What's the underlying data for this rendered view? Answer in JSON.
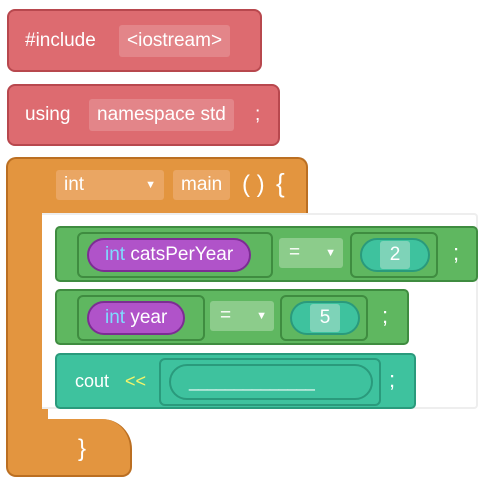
{
  "include_block": {
    "keyword": "#include",
    "header": "<iostream>"
  },
  "using_block": {
    "keyword": "using",
    "namespace_label": "namespace std",
    "semicolon": ";"
  },
  "main_block": {
    "return_type": "int",
    "name": "main",
    "parens": "( )",
    "open_brace": "{",
    "close_brace": "}"
  },
  "statements": [
    {
      "type_keyword": "int",
      "var_name": "catsPerYear",
      "operator": "=",
      "value": "2",
      "semicolon": ";"
    },
    {
      "type_keyword": "int",
      "var_name": "year",
      "operator": "=",
      "value": "5",
      "semicolon": ";"
    }
  ],
  "cout_statement": {
    "keyword": "cout",
    "operator": "<<",
    "blank": "______________",
    "semicolon": ";"
  },
  "colors": {
    "include_red": "#dd6b70",
    "main_orange": "#e3953f",
    "statement_green": "#5fb760",
    "output_teal": "#3ec29e",
    "variable_purple": "#b053c9",
    "type_keyword_blue": "#7fdcff",
    "stream_operator_yellow": "#f4f46a"
  },
  "icons": {
    "dropdown": "dropdown-caret-icon"
  }
}
